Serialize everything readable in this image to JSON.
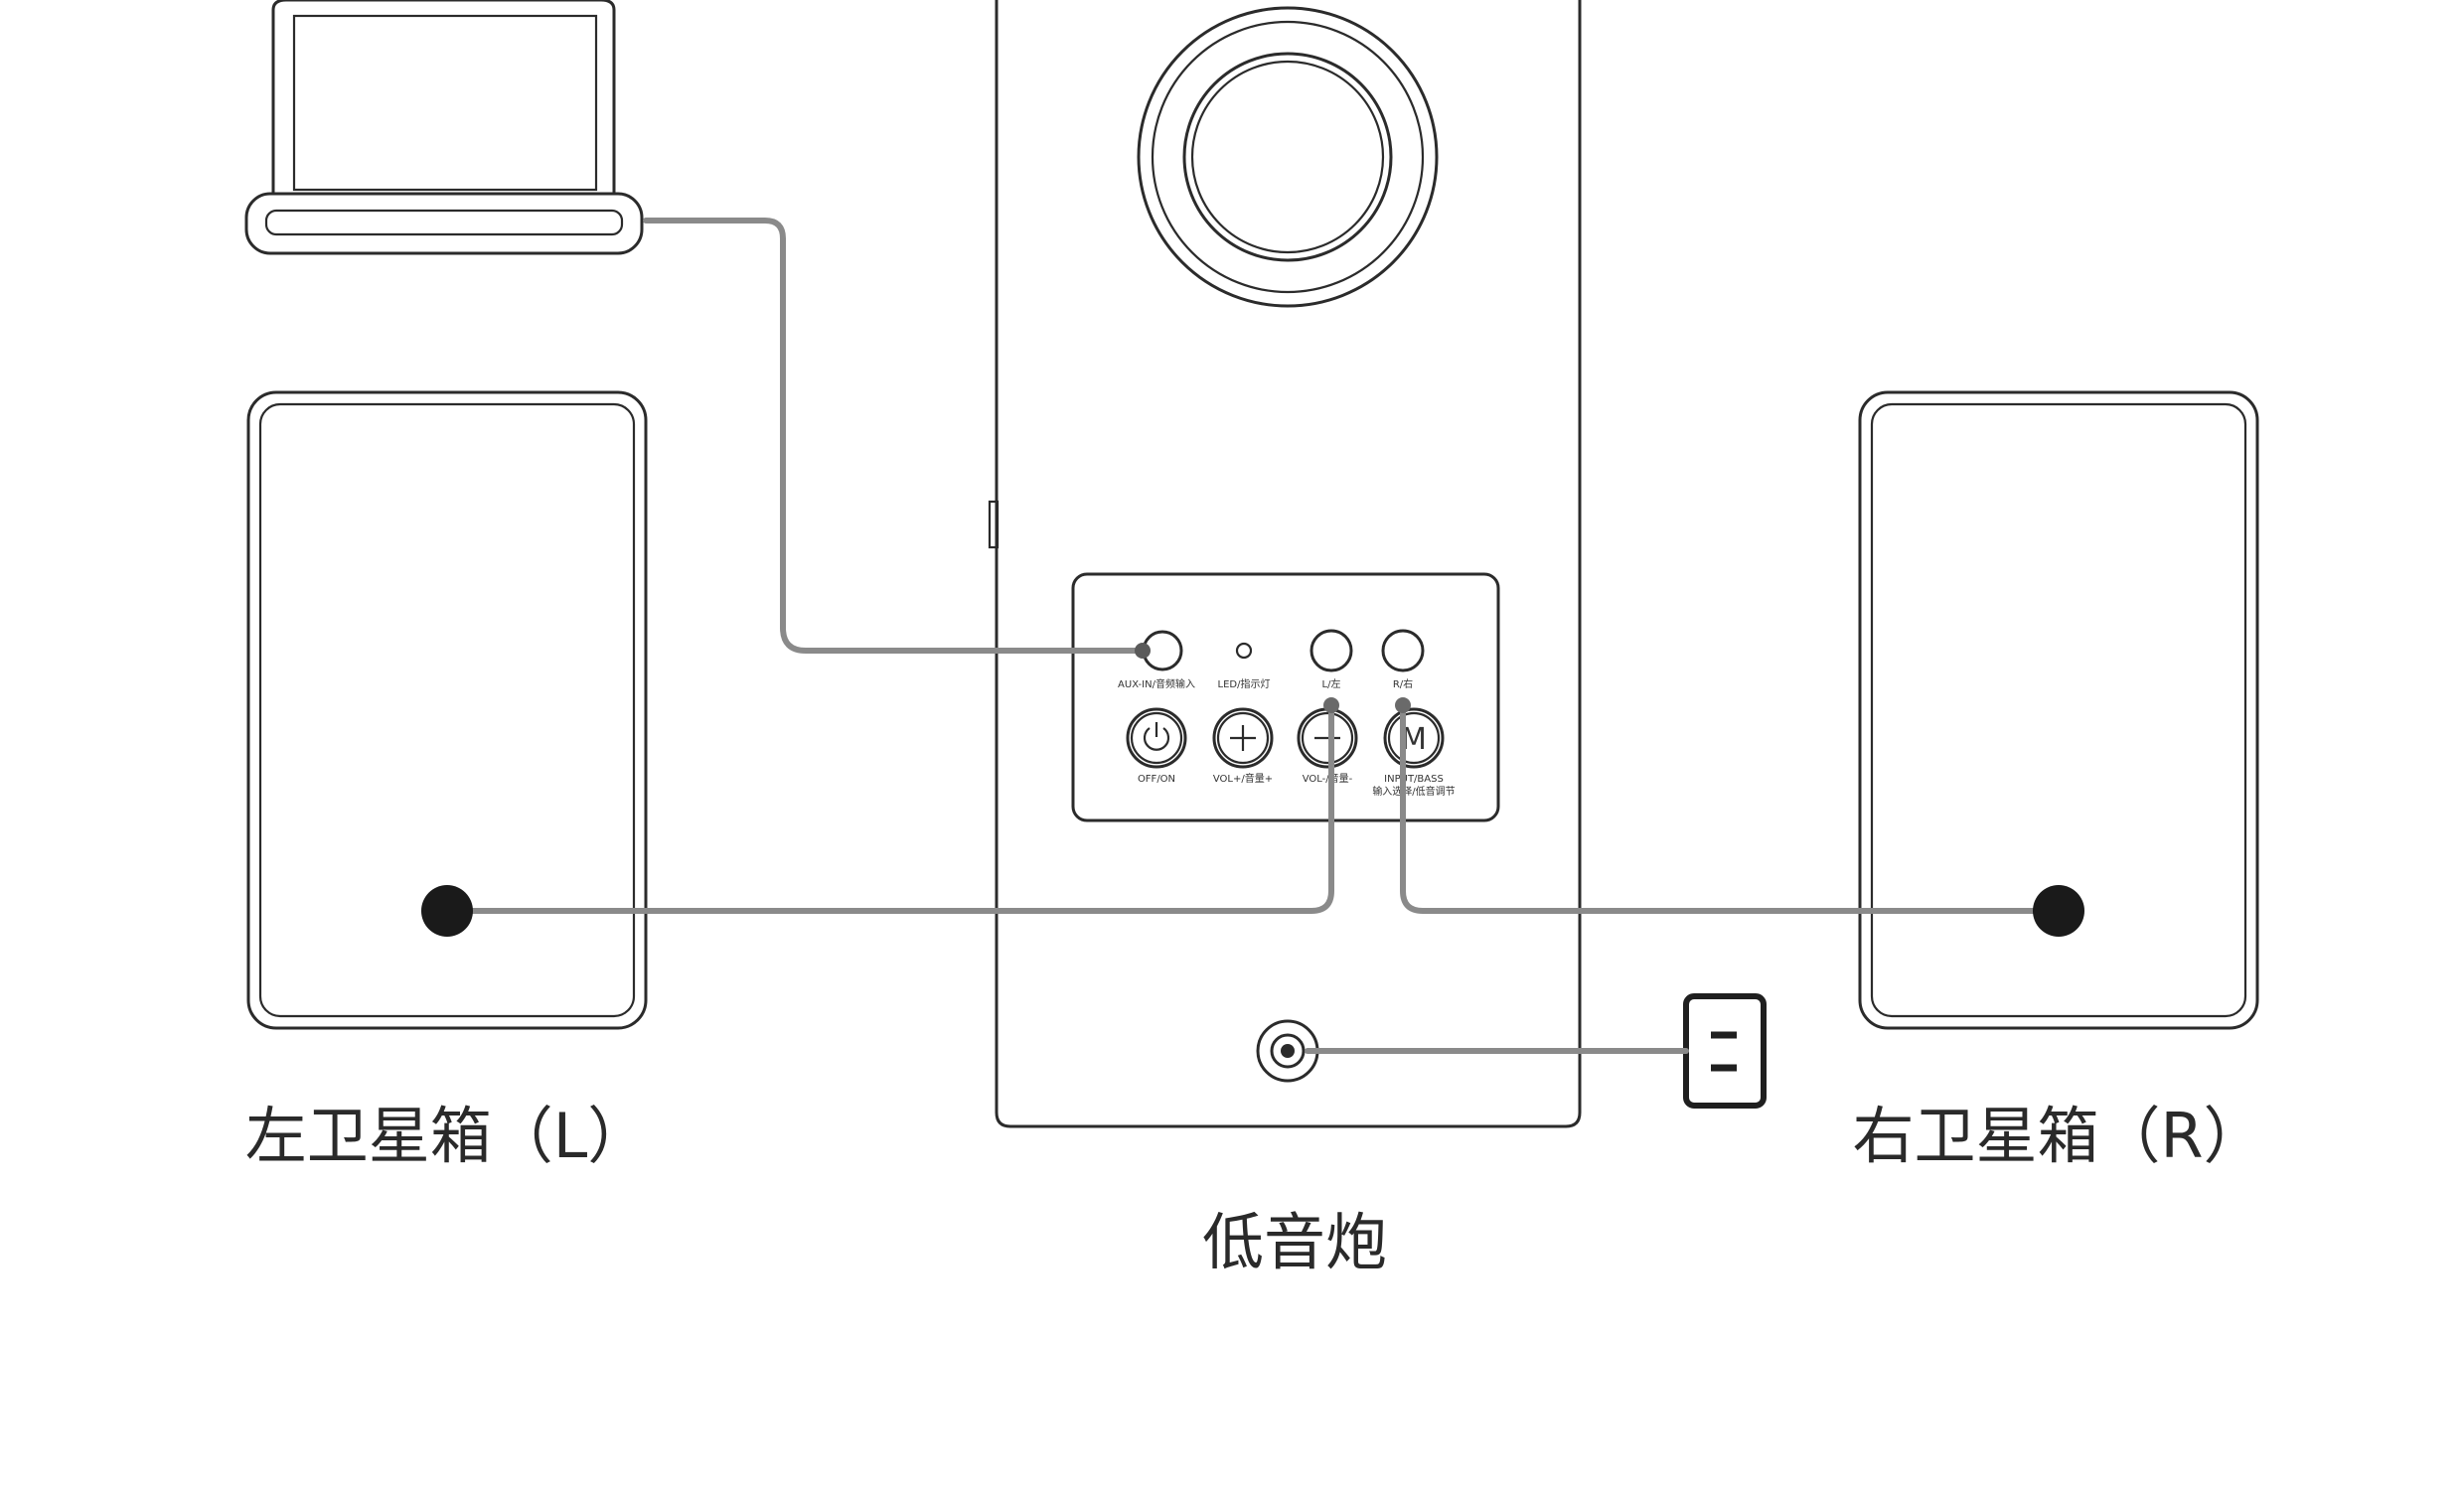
{
  "labels": {
    "left_speaker": "左卫星箱（L）",
    "right_speaker": "右卫星箱（R）",
    "subwoofer": "低音炮"
  },
  "panel": {
    "aux_in": "AUX-IN/音频输入",
    "led": "LED/指示灯",
    "l_out": "L/左",
    "r_out": "R/右",
    "power": "OFF/ON",
    "vol_up": "VOL+/音量+",
    "vol_down": "VOL-/音量-",
    "mode_line1": "INPUT/BASS",
    "mode_line2": "输入选择/低音调节"
  },
  "icons": {
    "power": "power-icon",
    "plus": "plus-icon",
    "minus": "minus-icon",
    "mode": "mode-m-icon",
    "outlet": "power-outlet-icon",
    "laptop": "laptop-icon"
  },
  "colors": {
    "outline": "#2b2b2b",
    "wire": "#8a8a8a",
    "connector": "#1a1a1a"
  }
}
